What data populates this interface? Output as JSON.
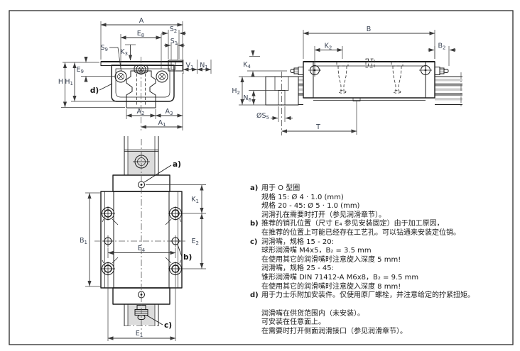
{
  "labels": {
    "A": {
      "m": "A",
      "s": ""
    },
    "E8": {
      "m": "E",
      "s": "8"
    },
    "S2": {
      "m": "S",
      "s": "2"
    },
    "S1": {
      "m": "S",
      "s": "1"
    },
    "S9": {
      "m": "S",
      "s": "9"
    },
    "K3": {
      "m": "K",
      "s": "3"
    },
    "V1": {
      "m": "V",
      "s": "1"
    },
    "N1": {
      "m": "N",
      "s": "1"
    },
    "E9": {
      "m": "E",
      "s": "9"
    },
    "H": {
      "m": "H",
      "s": ""
    },
    "H1": {
      "m": "H",
      "s": "1"
    },
    "A2": {
      "m": "A",
      "s": "2"
    },
    "A3": {
      "m": "A",
      "s": "3"
    },
    "A1": {
      "m": "A",
      "s": "1"
    },
    "B": {
      "m": "B",
      "s": ""
    },
    "K2": {
      "m": "K",
      "s": "2"
    },
    "B2": {
      "m": "B",
      "s": "2"
    },
    "K4": {
      "m": "K",
      "s": "4"
    },
    "H2": {
      "m": "H",
      "s": "2"
    },
    "N6": {
      "m": "N",
      "s": "6"
    },
    "S5": {
      "m": "ØS",
      "s": "5"
    },
    "T": {
      "m": "T",
      "s": ""
    },
    "K1": {
      "m": "K",
      "s": "1"
    },
    "E2": {
      "m": "E",
      "s": "2"
    },
    "E4": {
      "m": "E",
      "s": "4"
    },
    "B1": {
      "m": "B",
      "s": "1"
    },
    "E1": {
      "m": "E",
      "s": "1"
    },
    "a": "a)",
    "b": "b)",
    "c": "c)",
    "d": "d)"
  },
  "notes": {
    "rows": [
      {
        "m": "a)",
        "t": "用于 O 型圈"
      },
      {
        "m": "",
        "t": "规格 15: Ø 4 · 1.0 (mm)"
      },
      {
        "m": "",
        "t": "规格 20 - 45: Ø 5 · 1.0 (mm)"
      },
      {
        "m": "",
        "t": "润滑孔在需要时打开（参见润滑章节）。"
      },
      {
        "m": "b)",
        "t": "推荐的销孔位置（尺寸 E₄ 参见安装固定）由于加工原因，"
      },
      {
        "m": "",
        "t": "在推荐的位置上可能已经存在工艺孔。可以钻通来安装定位销。"
      },
      {
        "m": "c)",
        "t": "润滑嘴，规格 15 - 20:"
      },
      {
        "m": "",
        "t": "球形润滑嘴 M4x5，B₂ = 3.5 mm"
      },
      {
        "m": "",
        "t": "在使用其它的润滑嘴时注意旋入深度 5 mm!"
      },
      {
        "m": "",
        "t": "润滑嘴，规格 25 - 45:"
      },
      {
        "m": "",
        "t": "锥形润滑嘴 DIN 71412-A M6x8，B₂ = 9.5 mm"
      },
      {
        "m": "",
        "t": "在使用其它的润滑嘴时注意旋入深度 8 mm!"
      },
      {
        "m": "d)",
        "t": "用于力士乐附加安装件。仅使用原厂螺栓，并注意给定的拧紧扭矩。"
      }
    ],
    "footer": [
      "润滑嘴在供货范围内（未安装）。",
      "可安装在任意面上。",
      "在需要时打开侧面润滑接口（参见润滑章节）。"
    ]
  },
  "colors": {
    "line": "#1c1c1c",
    "dim_label": "#3b4454",
    "rail_fill": "#dcdcdc",
    "stripe_dark": "#8e8e8e",
    "stripe_light": "#cfcfcf",
    "hatch_dark_bg": "#2f2f2f"
  }
}
